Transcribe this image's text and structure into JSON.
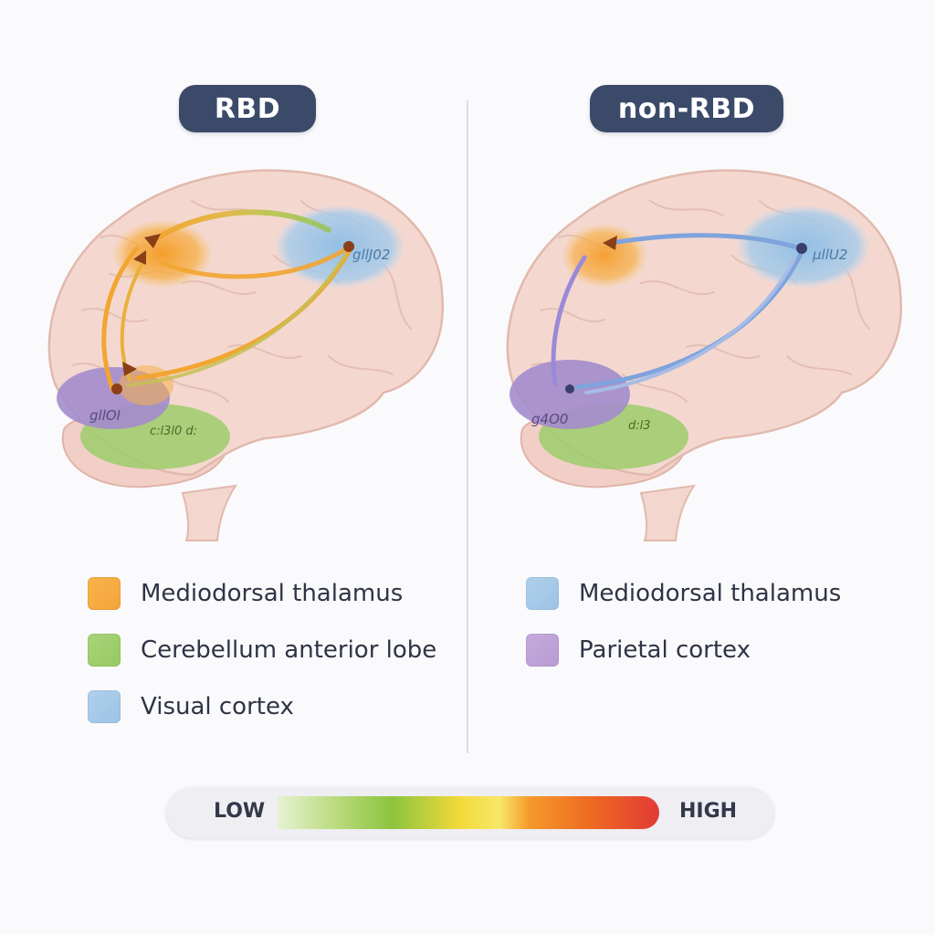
{
  "panels": {
    "left": {
      "title": "RBD",
      "colors": {
        "thalamus": "#f6a33c",
        "visual": "#8fc0e6",
        "parietal": "#a38ccc",
        "cerebellum": "#9ccc6a",
        "arrow": "#f2a531"
      },
      "region_labels": {
        "visual": "gllJ02",
        "parietal": "gllOI",
        "cerebellum": "c:l3l0 d:"
      },
      "legend": [
        {
          "label": "Mediodorsal thalamus",
          "color": "#f6a33c",
          "icon": "orange-swatch"
        },
        {
          "label": "Cerebellum anterior lobe",
          "color": "#97c960",
          "icon": "green-swatch"
        },
        {
          "label": "Visual cortex",
          "color": "#9cc3e4",
          "icon": "blue-swatch"
        }
      ]
    },
    "right": {
      "title": "non-RBD",
      "colors": {
        "thalamus": "#f6a33c",
        "visual": "#8fc0e6",
        "parietal": "#a38ccc",
        "cerebellum": "#9ccc6a",
        "arrow": "#8fa8e0"
      },
      "region_labels": {
        "visual": "μllU2",
        "parietal": "g4O0",
        "cerebellum": "d:l3"
      },
      "legend": [
        {
          "label": "Mediodorsal thalamus",
          "color": "#9cc3e4",
          "icon": "blue-swatch"
        },
        {
          "label": "Parietal cortex",
          "color": "#b89bd2",
          "icon": "purple-swatch"
        }
      ]
    }
  },
  "scale": {
    "low_label": "LOW",
    "high_label": "HIGH"
  }
}
